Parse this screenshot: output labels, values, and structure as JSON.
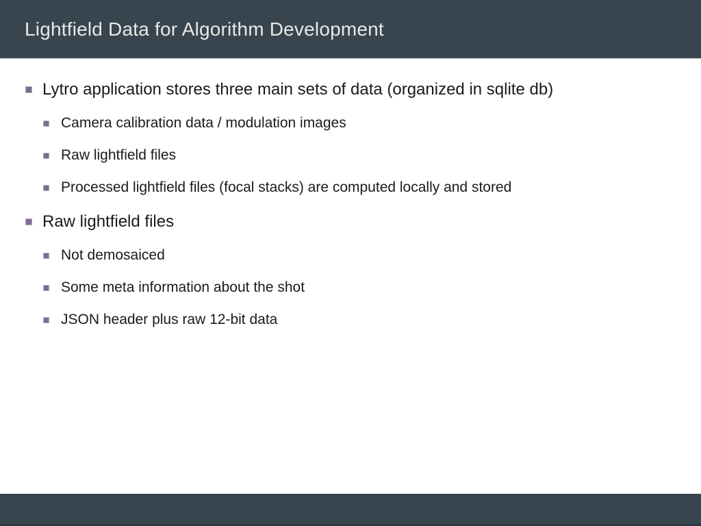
{
  "slide": {
    "title": "Lightfield Data for Algorithm Development",
    "colors": {
      "header_bg": "#38444e",
      "footer_bg": "#38444e",
      "title_color": "#e7e9e6",
      "bullet_color": "#7d6d90",
      "text_color": "#1a1a1a",
      "body_bg": "#ffffff"
    },
    "bullets": [
      {
        "label": "Lytro application stores three main sets of data (organized in sqlite db)",
        "children": [
          "Camera calibration data / modulation images",
          "Raw lightfield files",
          "Processed lightfield files (focal stacks) are computed locally and stored"
        ]
      },
      {
        "label": "Raw lightfield files",
        "children": [
          "Not demosaiced",
          "Some meta information about the shot",
          "JSON header plus raw 12-bit data"
        ]
      }
    ]
  }
}
